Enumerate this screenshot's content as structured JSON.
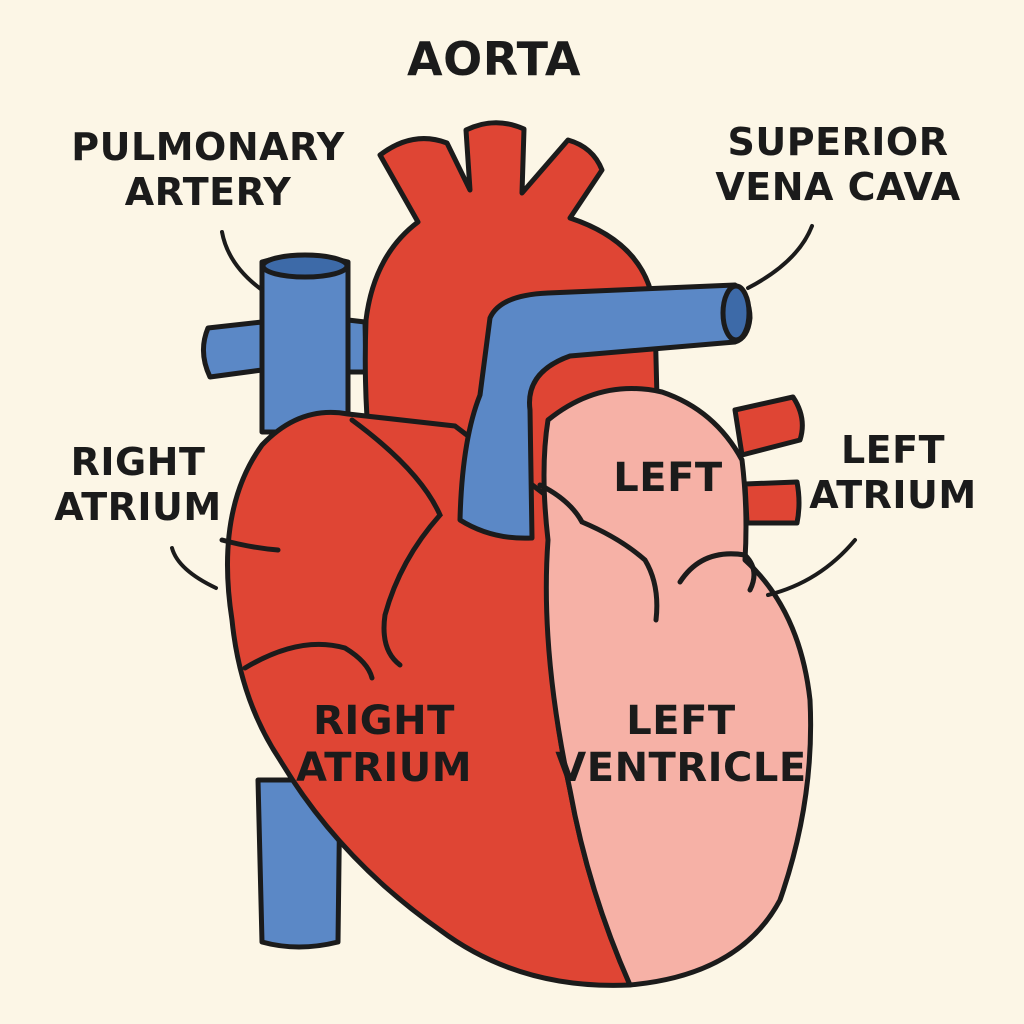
{
  "labels": {
    "aorta": {
      "lines": [
        "AORTA"
      ]
    },
    "pulmonary_artery": {
      "lines": [
        "PULMONARY",
        "ARTERY"
      ]
    },
    "superior_vena_cava": {
      "lines": [
        "SUPERIOR",
        "VENA CAVA"
      ]
    },
    "right_atrium_outer": {
      "lines": [
        "RIGHT",
        "ATRIUM"
      ]
    },
    "left_atrium_outer": {
      "lines": [
        "LEFT",
        "ATRIUM"
      ]
    },
    "left_inner": {
      "lines": [
        "LEFT"
      ]
    },
    "right_atrium_inner": {
      "lines": [
        "RIGHT",
        "ATRIUM"
      ]
    },
    "left_ventricle": {
      "lines": [
        "LEFT",
        "VENTRICLE"
      ]
    }
  },
  "colors": {
    "background": "#fcf6e6",
    "red": "#df4534",
    "blue": "#5b88c6",
    "pink": "#f6b1a6",
    "outline": "#1b1b1b"
  }
}
